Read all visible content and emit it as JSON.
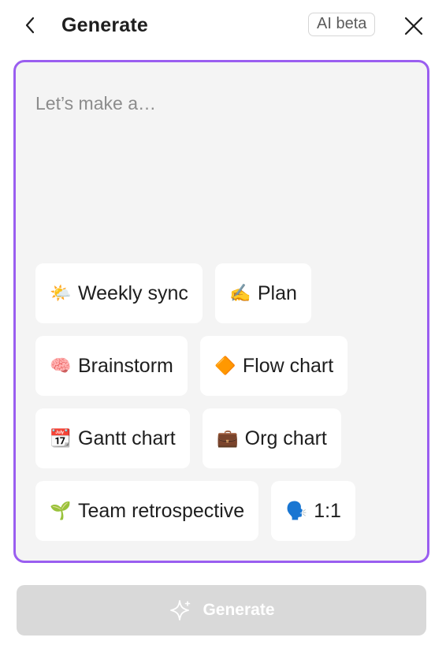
{
  "header": {
    "title": "Generate",
    "badge": "AI beta",
    "back_icon": "chevron-left-icon",
    "close_icon": "close-icon"
  },
  "prompt": {
    "value": "",
    "placeholder": "Let’s make a…"
  },
  "suggestions": [
    {
      "emoji": "🌤️",
      "label": "Weekly sync",
      "icon": "sun-behind-cloud-icon"
    },
    {
      "emoji": "✍️",
      "label": "Plan",
      "icon": "writing-hand-icon"
    },
    {
      "emoji": "🧠",
      "label": "Brainstorm",
      "icon": "brain-icon"
    },
    {
      "emoji": "🔶",
      "label": "Flow chart",
      "icon": "orange-diamond-icon"
    },
    {
      "emoji": "📆",
      "label": "Gantt chart",
      "icon": "calendar-icon"
    },
    {
      "emoji": "💼",
      "label": "Org chart",
      "icon": "briefcase-icon"
    },
    {
      "emoji": "🌱",
      "label": "Team retrospective",
      "icon": "seedling-icon"
    },
    {
      "emoji": "🗣️",
      "label": "1:1",
      "icon": "speaking-head-icon"
    }
  ],
  "generate_button": {
    "label": "Generate",
    "icon": "sparkle-icon",
    "enabled": false
  },
  "colors": {
    "accent_border": "#9a5ef0",
    "prompt_background": "#f4f4f4",
    "disabled_button": "#d9d9d9"
  }
}
